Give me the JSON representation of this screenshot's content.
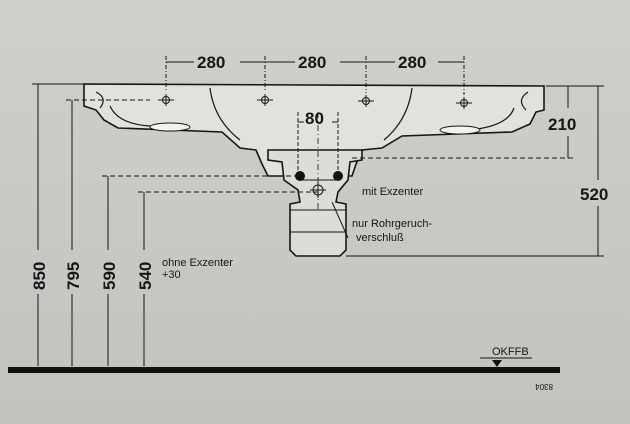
{
  "dimensions": {
    "top_spacing_1": "280",
    "top_spacing_2": "280",
    "top_spacing_3": "280",
    "center_spacing": "80",
    "basin_height": "210",
    "depth": "520",
    "height_rim": "850",
    "height_overflow": "795",
    "height_trap": "590",
    "height_no_eccentric": "540"
  },
  "labels": {
    "with_eccentric": "mit Exzenter",
    "odour_trap_line1": "nur Rohrgeruch-",
    "odour_trap_line2": "verschluß",
    "without_eccentric_line1": "ohne Exzenter",
    "without_eccentric_line2": "+30",
    "floor_ref": "OKFFB",
    "drawing_no": "8304"
  },
  "colors": {
    "ink": "#161616",
    "background": "#c9c9c6",
    "sink_fill": "#e1e1de"
  }
}
